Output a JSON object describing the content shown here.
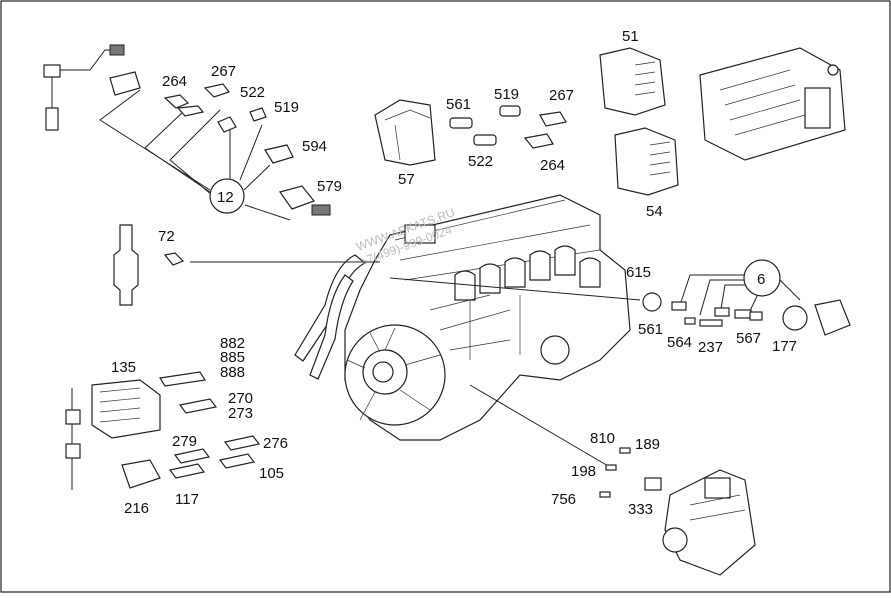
{
  "diagram": {
    "labels": {
      "l51": "51",
      "l54": "54",
      "l57": "57",
      "l264a": "264",
      "l267a": "267",
      "l522a": "522",
      "l519a": "519",
      "l594": "594",
      "l579": "579",
      "l12": "12",
      "l72": "72",
      "l561a": "561",
      "l519b": "519",
      "l522b": "522",
      "l267b": "267",
      "l264b": "264",
      "l615": "615",
      "l6": "6",
      "l561b": "561",
      "l564": "564",
      "l237": "237",
      "l567": "567",
      "l177": "177",
      "l135": "135",
      "l882": "882",
      "l885": "885",
      "l888": "888",
      "l270": "270",
      "l273": "273",
      "l279": "279",
      "l276": "276",
      "l105": "105",
      "l117": "117",
      "l216": "216",
      "l810": "810",
      "l189": "189",
      "l198": "198",
      "l756": "756",
      "l333": "333"
    },
    "watermark": {
      "line1": "WWW.AEKATS.RU",
      "line2": "+7(499)-999-0024"
    }
  }
}
